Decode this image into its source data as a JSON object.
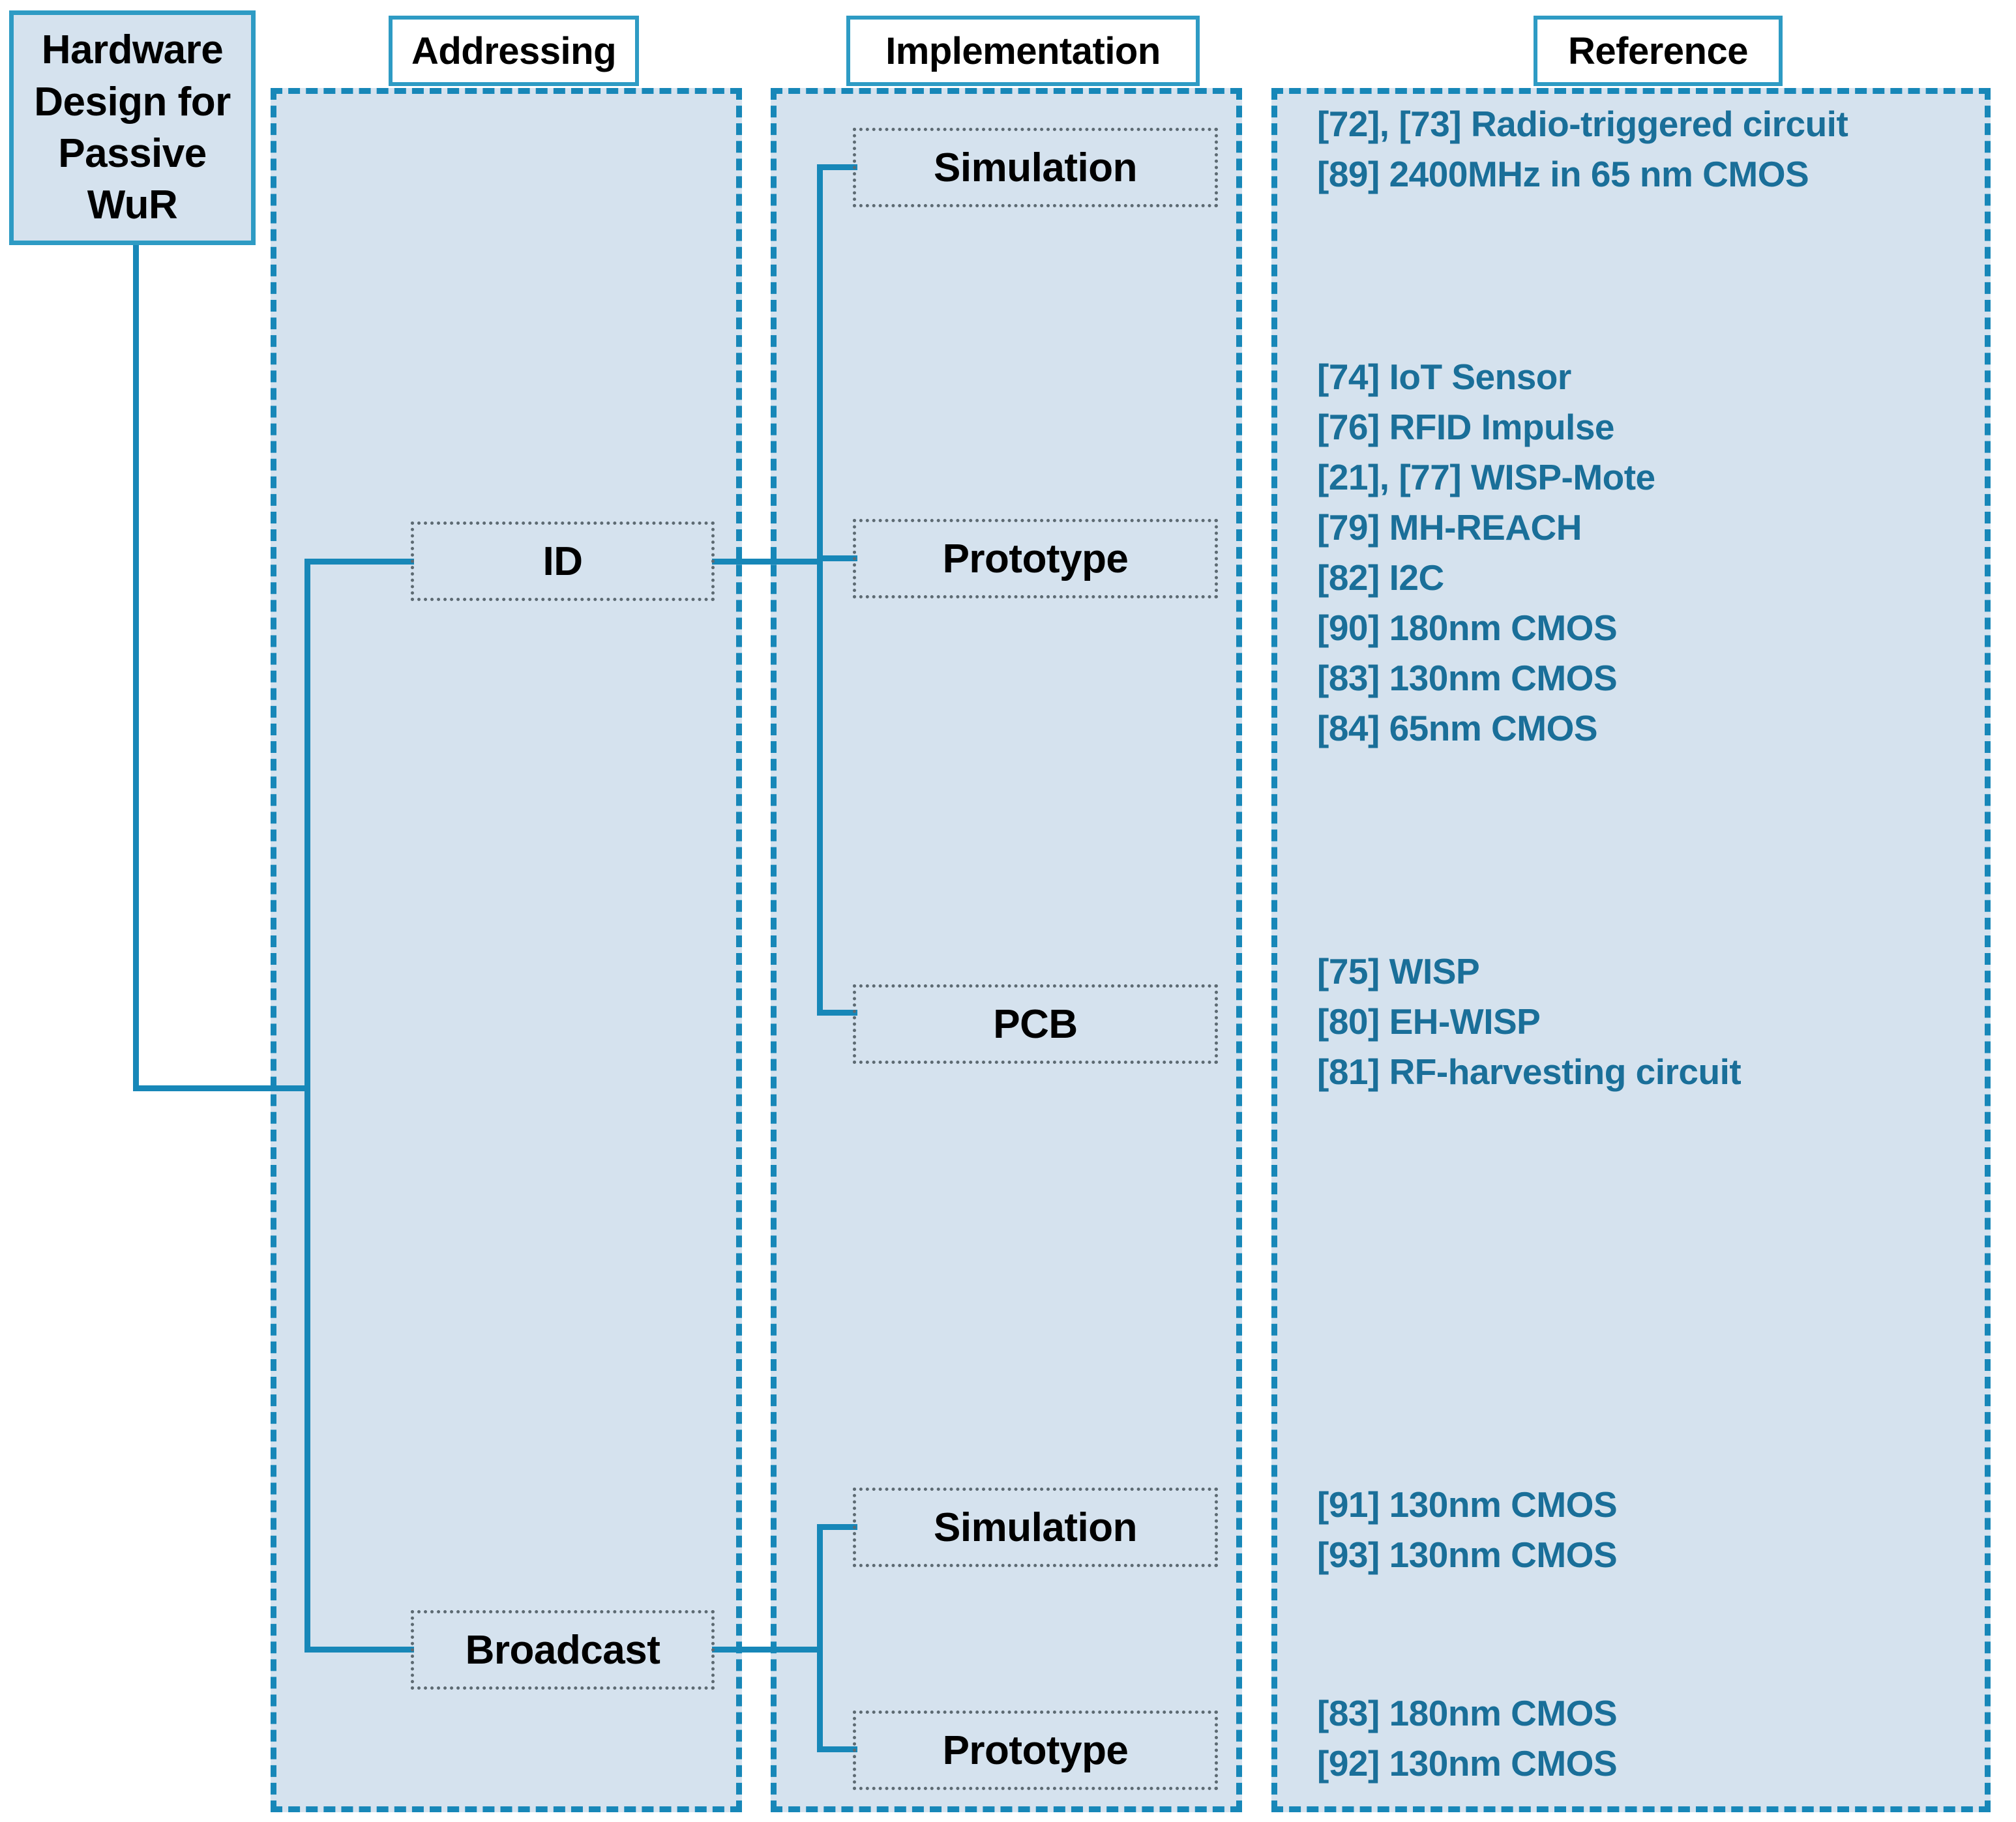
{
  "root": {
    "label": "Hardware Design for Passive WuR"
  },
  "columns": [
    {
      "id": "addressing",
      "header": "Addressing"
    },
    {
      "id": "implementation",
      "header": "Implementation"
    },
    {
      "id": "reference",
      "header": "Reference"
    }
  ],
  "addressing_nodes": [
    {
      "id": "id",
      "label": "ID"
    },
    {
      "id": "broadcast",
      "label": "Broadcast"
    }
  ],
  "implementation_nodes": [
    {
      "id": "sim-top",
      "label": "Simulation",
      "parent": "ID"
    },
    {
      "id": "prototype-top",
      "label": "Prototype",
      "parent": "ID"
    },
    {
      "id": "pcb",
      "label": "PCB",
      "parent": "ID"
    },
    {
      "id": "sim-bot",
      "label": "Simulation",
      "parent": "Broadcast"
    },
    {
      "id": "prototype-bot",
      "label": "Prototype",
      "parent": "Broadcast"
    }
  ],
  "references": {
    "sim_top": [
      "[72], [73] Radio-triggered circuit",
      "[89] 2400MHz in 65 nm CMOS"
    ],
    "prototype_top": [
      "[74] IoT Sensor",
      "[76] RFID Impulse",
      "[21], [77] WISP-Mote",
      "[79] MH-REACH",
      "[82] I2C",
      "[90] 180nm CMOS",
      "[83] 130nm CMOS",
      "[84] 65nm CMOS"
    ],
    "pcb": [
      "[75] WISP",
      "[80] EH-WISP",
      "[81] RF-harvesting circuit"
    ],
    "sim_bot": [
      "[91] 130nm CMOS",
      "[93] 130nm CMOS"
    ],
    "prototype_bot": [
      "[83] 180nm CMOS",
      "[92] 130nm CMOS"
    ]
  },
  "colors": {
    "accent_blue": "#1787b8",
    "panel_fill": "#d5e2ee",
    "reference_text": "#1a6f99",
    "node_border": "#5d6a72",
    "root_border": "#2e9bc4"
  }
}
